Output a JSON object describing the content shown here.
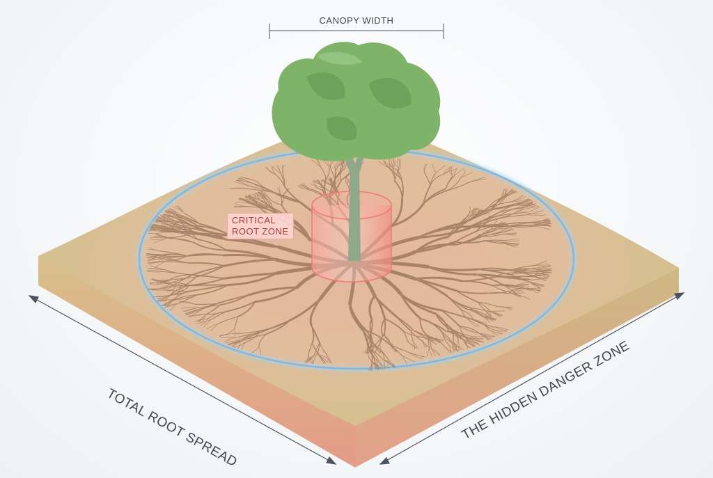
{
  "labels": {
    "canopy_width": "CANOPY WIDTH",
    "critical_root_zone_line1": "CRITICAL",
    "critical_root_zone_line2": "ROOT ZONE",
    "total_root_spread": "TOTAL ROOT SPREAD",
    "hidden_danger_zone": "THE HIDDEN DANGER ZONE"
  },
  "colors": {
    "soil_top": "#d9b790",
    "grass_edge": "#cbbb84",
    "side_face": "#e0a98d",
    "ring": "#8fc6ec",
    "critical_zone": "#f27b74",
    "canopy": "#7fb36a",
    "roots": "#a8836a"
  }
}
